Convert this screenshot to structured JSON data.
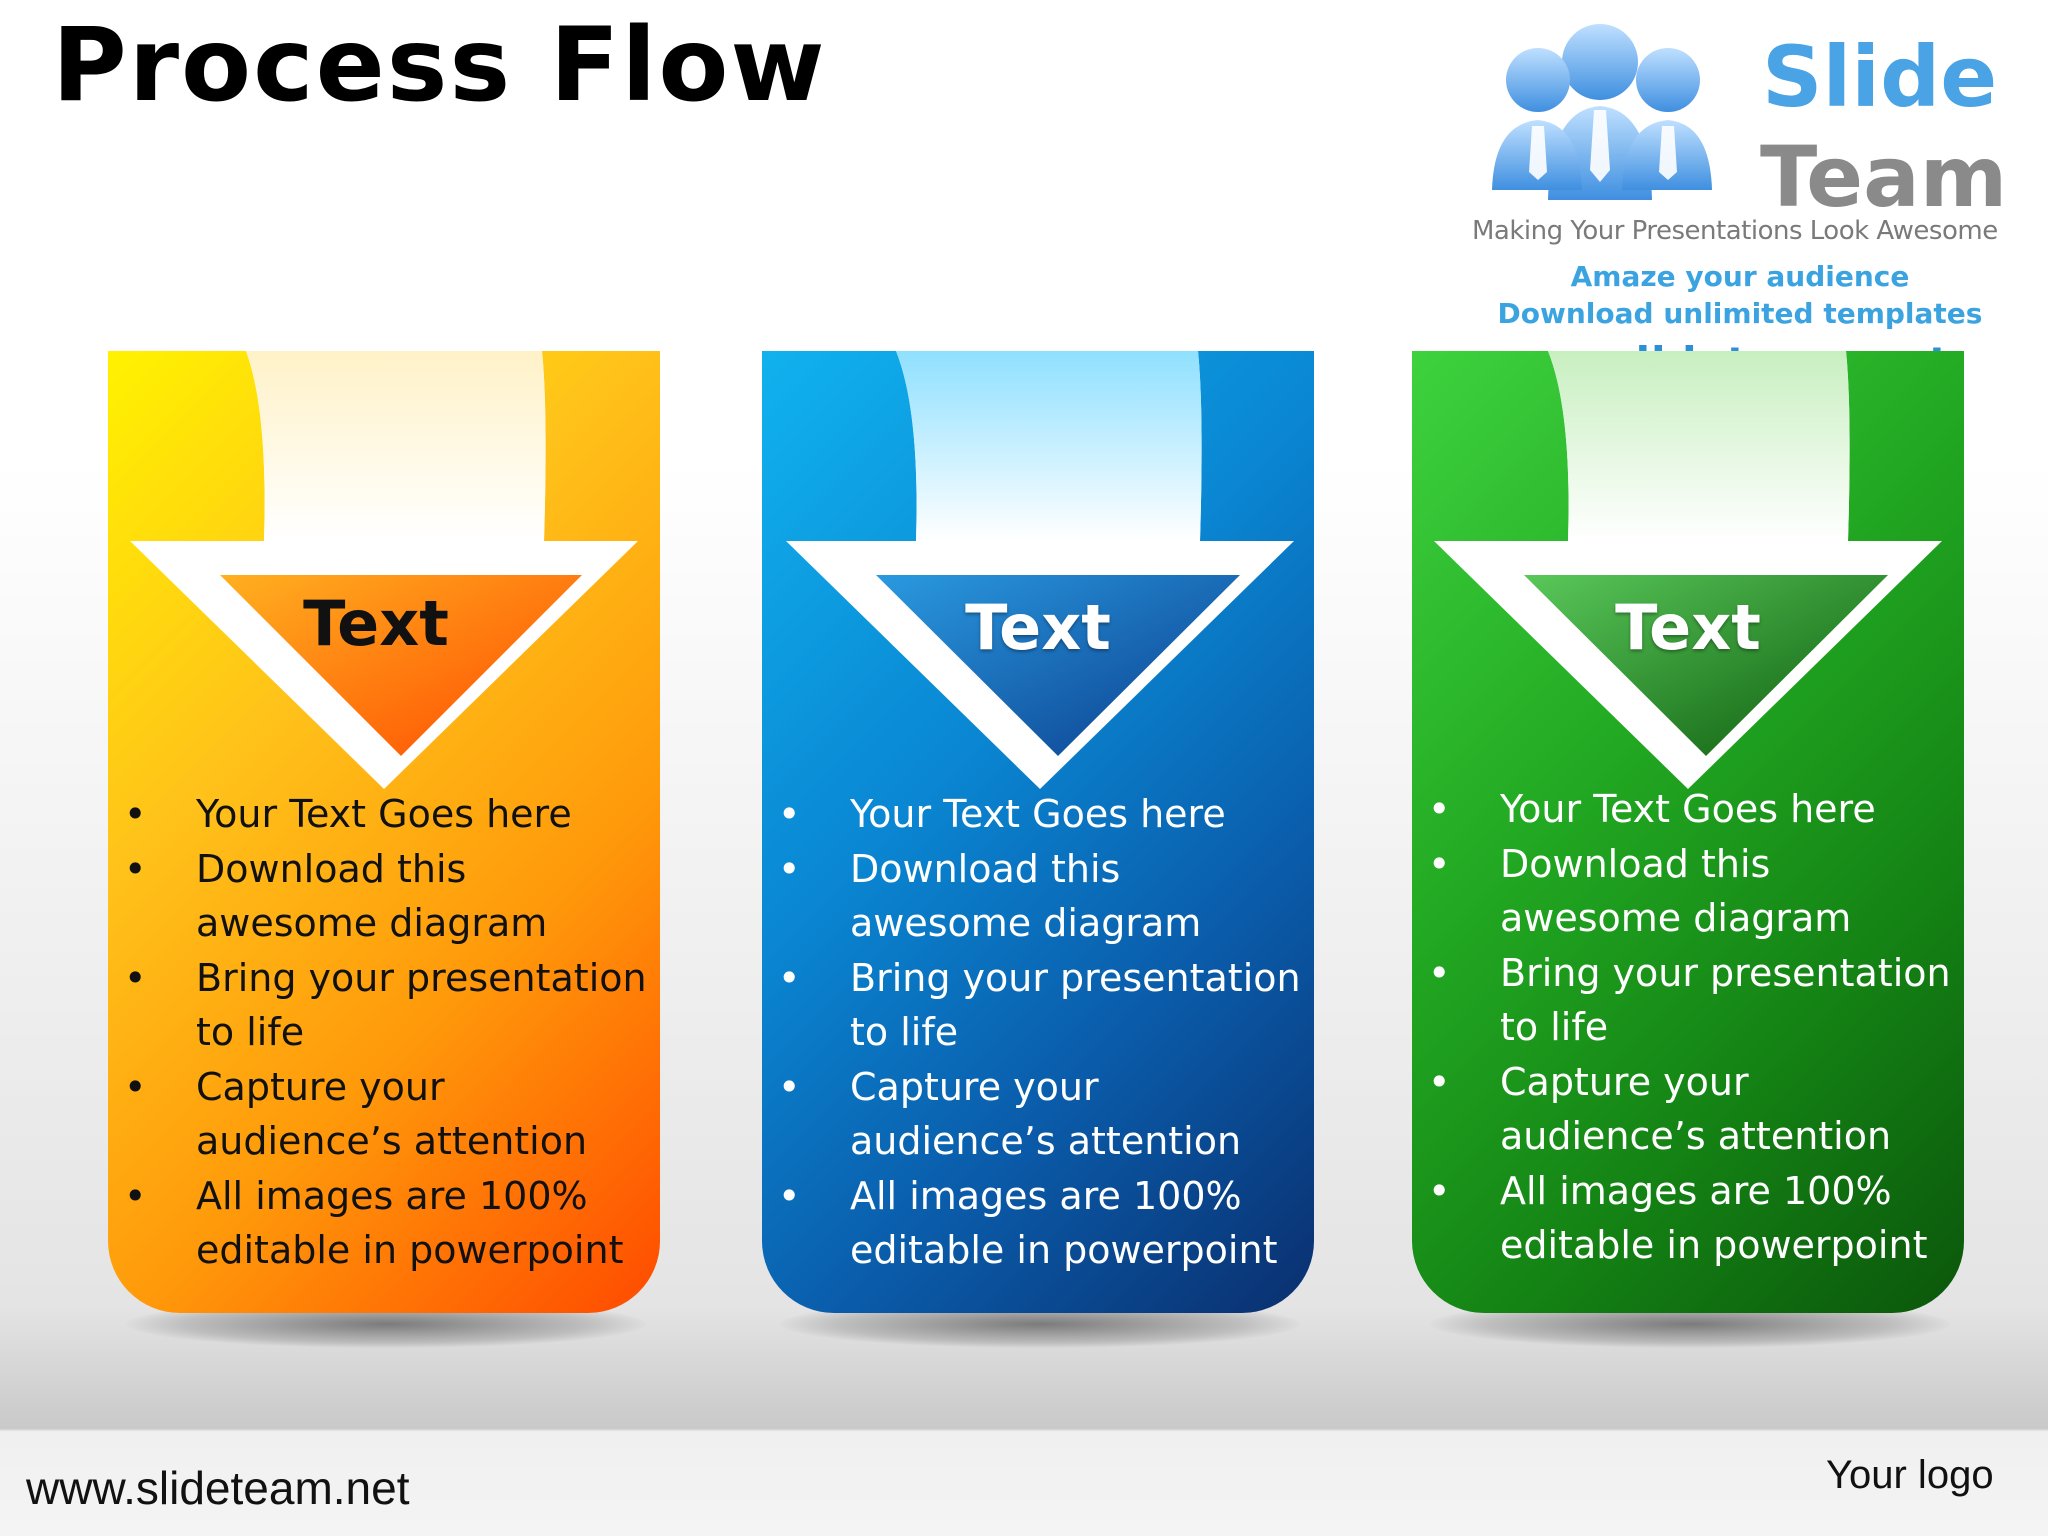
{
  "title": "Process Flow",
  "logo": {
    "word1": "Slide",
    "word2": "Team",
    "tagline": "Making Your Presentations Look Awesome",
    "line1": "Amaze your audience",
    "line2": "Download unlimited templates",
    "url": "www.slideteam.net"
  },
  "cards": [
    {
      "label": "Text",
      "bullets": [
        "Your Text Goes here",
        "Download this awesome diagram",
        "Bring your presentation to life",
        "Capture your audience’s attention",
        "All images are 100% editable in powerpoint"
      ]
    },
    {
      "label": "Text",
      "bullets": [
        "Your Text Goes here",
        "Download this awesome diagram",
        "Bring your presentation to life",
        "Capture your audience’s attention",
        "All images are 100% editable in powerpoint"
      ]
    },
    {
      "label": "Text",
      "bullets": [
        "Your Text Goes here",
        "Download this awesome diagram",
        "Bring your presentation to life",
        "Capture your audience’s attention",
        "All images are 100% editable in powerpoint"
      ]
    }
  ],
  "footer": {
    "url": "www.slideteam.net",
    "logo": "Your logo"
  },
  "colors": {
    "card1": "#ffb000",
    "card2": "#0a78c8",
    "card3": "#1e9a1e"
  }
}
